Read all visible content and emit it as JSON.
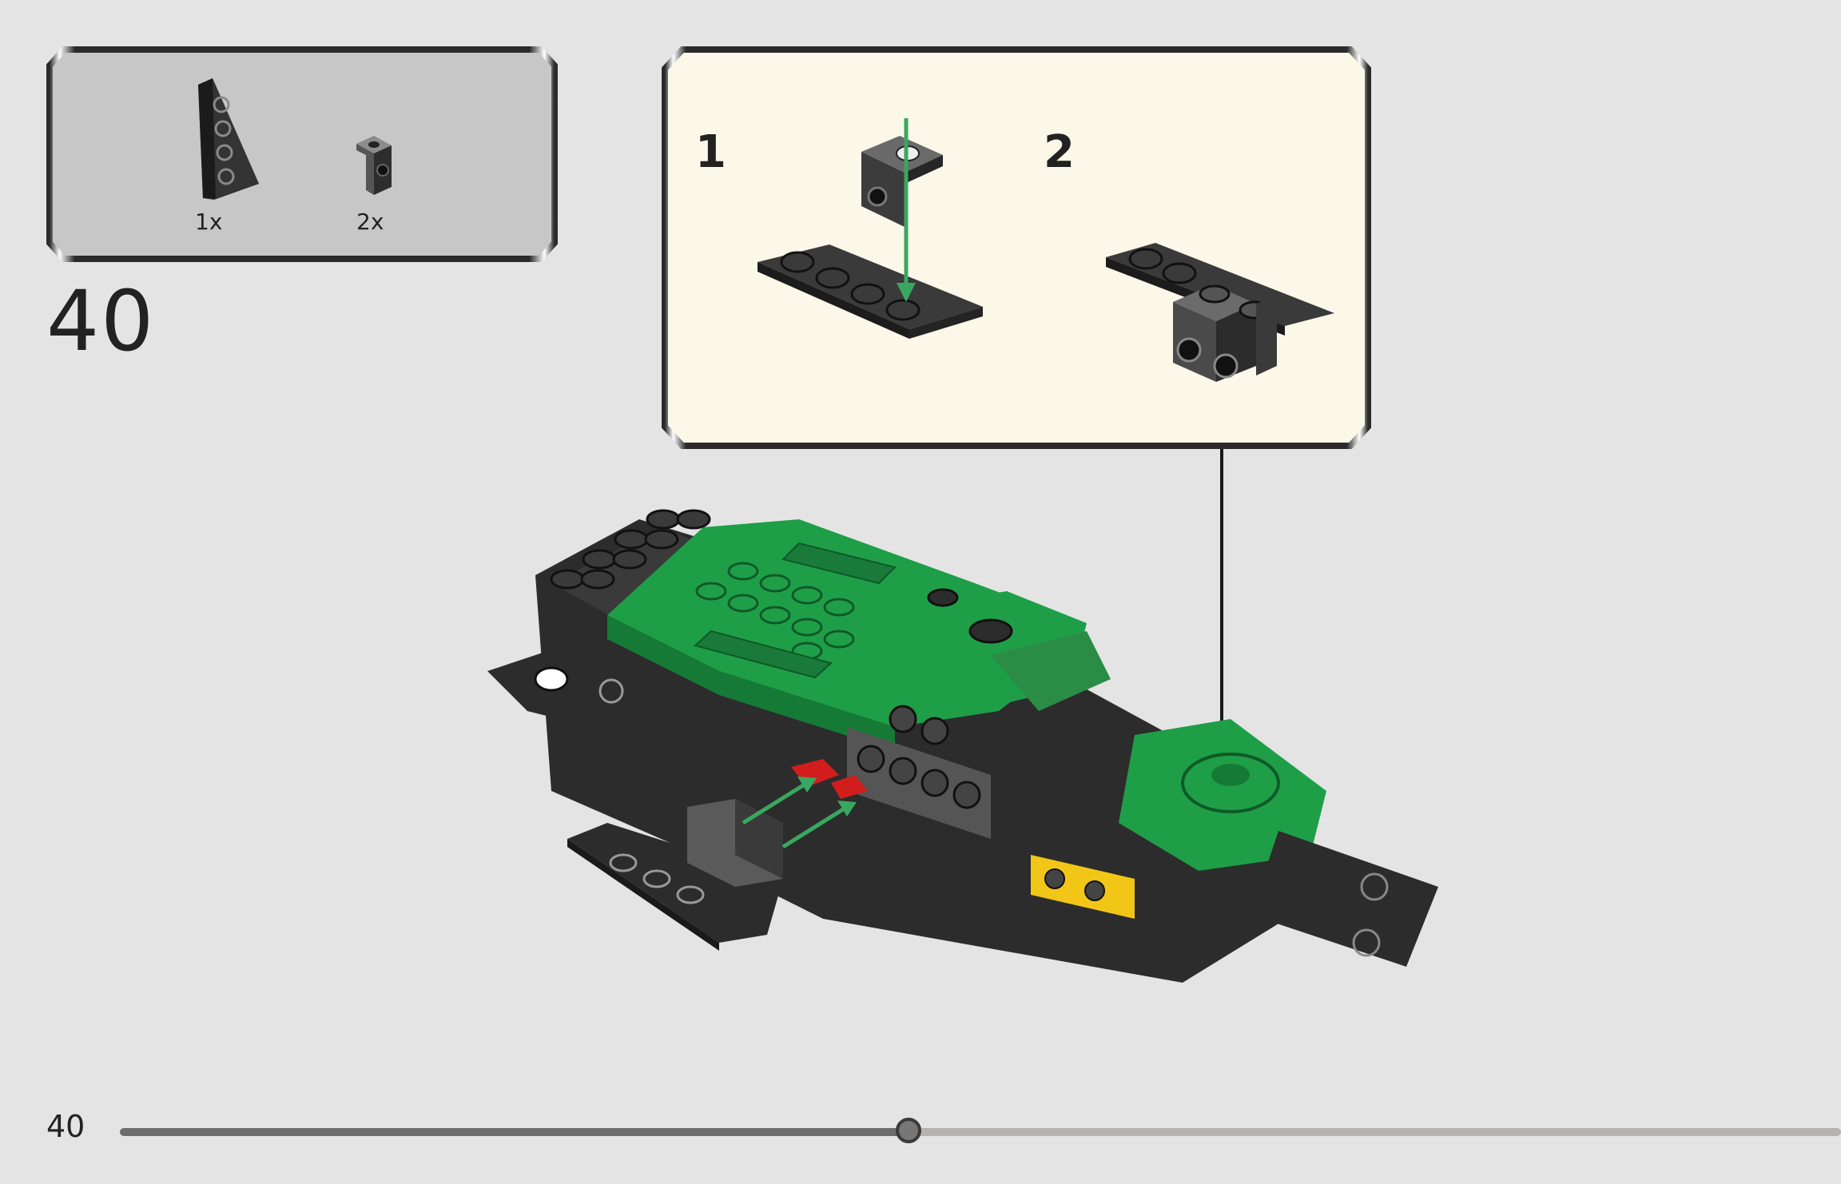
{
  "parts_panel": {
    "items": [
      {
        "icon": "wedge-plate-icon",
        "quantity": "1x"
      },
      {
        "icon": "bracket-icon",
        "quantity": "2x"
      }
    ]
  },
  "step": {
    "number": "40"
  },
  "sub_assembly": {
    "steps": [
      {
        "label": "1"
      },
      {
        "label": "2"
      }
    ]
  },
  "footer": {
    "page_number": "40",
    "progress_fraction": 0.458
  },
  "colors": {
    "background": "#e4e4e4",
    "parts_panel_bg": "#c7c7c7",
    "sub_assembly_bg": "#fbf8e9",
    "brick_dark": "#3a3a3a",
    "brick_green": "#1f9e48",
    "arrow_green": "#38a860",
    "brick_yellow": "#f2c616",
    "brick_red": "#d21d1d"
  }
}
